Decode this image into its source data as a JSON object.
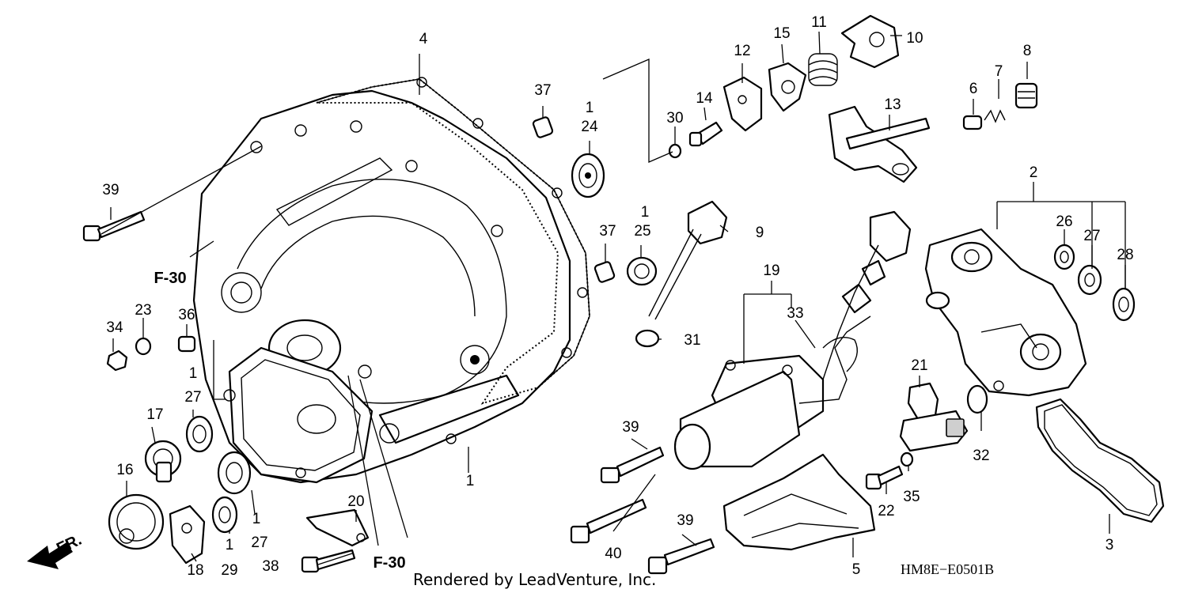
{
  "diagram": {
    "code": "HM8E−E0501B",
    "credit": "Rendered by LeadVenture, Inc.",
    "direction_label": "FR.",
    "refs": [
      "F-30",
      "F-30"
    ],
    "callouts": [
      {
        "key": "c1a",
        "text": "1"
      },
      {
        "key": "c1b",
        "text": "1"
      },
      {
        "key": "c1c",
        "text": "1"
      },
      {
        "key": "c1d",
        "text": "1"
      },
      {
        "key": "c1e",
        "text": "1"
      },
      {
        "key": "c1f",
        "text": "1"
      },
      {
        "key": "c2",
        "text": "2"
      },
      {
        "key": "c3",
        "text": "3"
      },
      {
        "key": "c4",
        "text": "4"
      },
      {
        "key": "c5",
        "text": "5"
      },
      {
        "key": "c6",
        "text": "6"
      },
      {
        "key": "c7",
        "text": "7"
      },
      {
        "key": "c8",
        "text": "8"
      },
      {
        "key": "c9",
        "text": "9"
      },
      {
        "key": "c10",
        "text": "10"
      },
      {
        "key": "c11",
        "text": "11"
      },
      {
        "key": "c12",
        "text": "12"
      },
      {
        "key": "c13",
        "text": "13"
      },
      {
        "key": "c14",
        "text": "14"
      },
      {
        "key": "c15",
        "text": "15"
      },
      {
        "key": "c16",
        "text": "16"
      },
      {
        "key": "c17",
        "text": "17"
      },
      {
        "key": "c18",
        "text": "18"
      },
      {
        "key": "c19",
        "text": "19"
      },
      {
        "key": "c20",
        "text": "20"
      },
      {
        "key": "c21",
        "text": "21"
      },
      {
        "key": "c22",
        "text": "22"
      },
      {
        "key": "c23",
        "text": "23"
      },
      {
        "key": "c24",
        "text": "24"
      },
      {
        "key": "c25",
        "text": "25"
      },
      {
        "key": "c26",
        "text": "26"
      },
      {
        "key": "c27a",
        "text": "27"
      },
      {
        "key": "c27b",
        "text": "27"
      },
      {
        "key": "c27c",
        "text": "27"
      },
      {
        "key": "c28",
        "text": "28"
      },
      {
        "key": "c29",
        "text": "29"
      },
      {
        "key": "c30",
        "text": "30"
      },
      {
        "key": "c31",
        "text": "31"
      },
      {
        "key": "c32",
        "text": "32"
      },
      {
        "key": "c33",
        "text": "33"
      },
      {
        "key": "c34",
        "text": "34"
      },
      {
        "key": "c35",
        "text": "35"
      },
      {
        "key": "c36",
        "text": "36"
      },
      {
        "key": "c37a",
        "text": "37"
      },
      {
        "key": "c37b",
        "text": "37"
      },
      {
        "key": "c38",
        "text": "38"
      },
      {
        "key": "c39a",
        "text": "39"
      },
      {
        "key": "c39b",
        "text": "39"
      },
      {
        "key": "c39c",
        "text": "39"
      },
      {
        "key": "c40",
        "text": "40"
      }
    ]
  }
}
